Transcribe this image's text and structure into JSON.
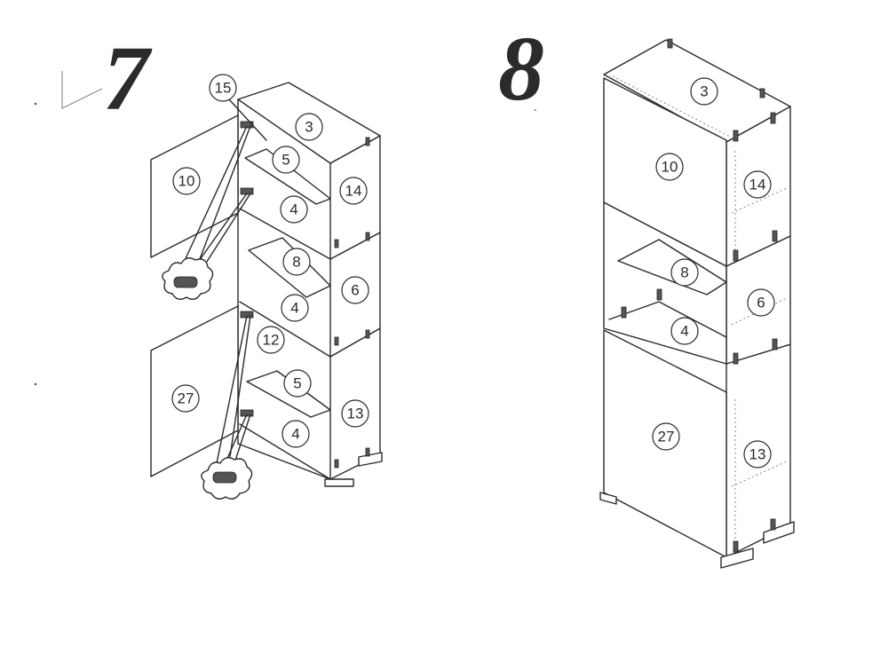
{
  "steps": [
    {
      "number": "7"
    },
    {
      "number": "8"
    }
  ],
  "step7": {
    "labels": {
      "p15": "15",
      "p3": "3",
      "p10": "10",
      "p5a": "5",
      "p14": "14",
      "p4a": "4",
      "p8": "8",
      "p6": "6",
      "p4b": "4",
      "p12": "12",
      "p27": "27",
      "p5b": "5",
      "p13": "13",
      "p4c": "4"
    }
  },
  "step8": {
    "labels": {
      "p3": "3",
      "p10": "10",
      "p14": "14",
      "p8": "8",
      "p6": "6",
      "p4": "4",
      "p27": "27",
      "p13": "13"
    }
  }
}
